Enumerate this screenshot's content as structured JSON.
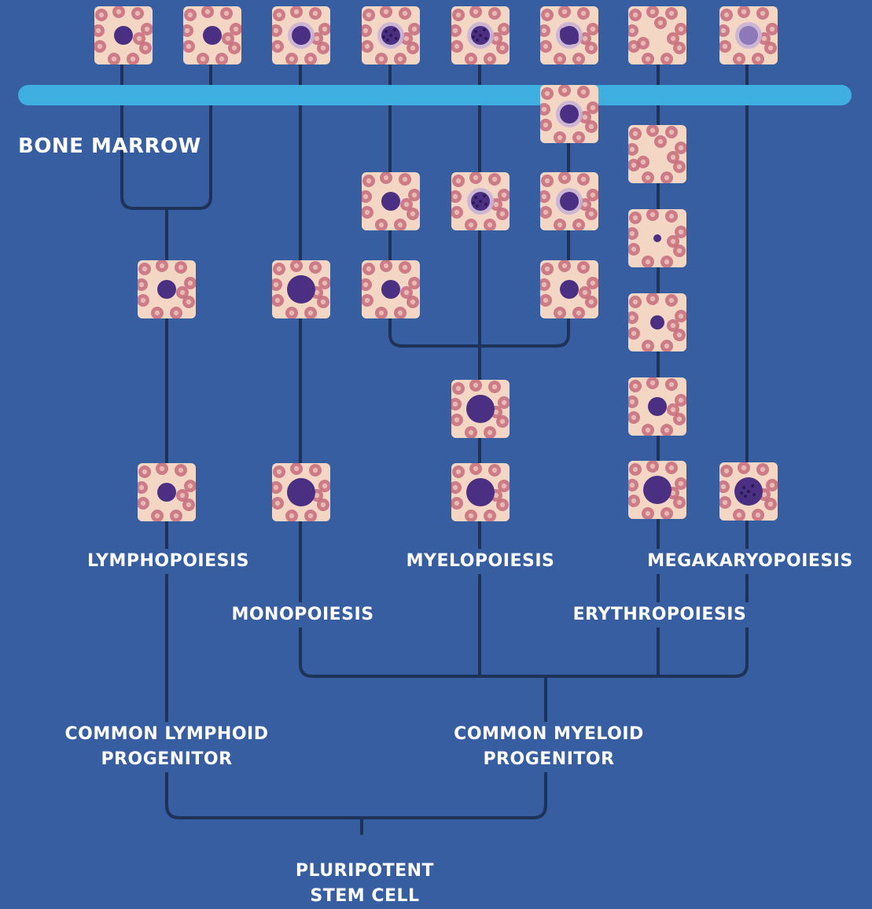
{
  "colors": {
    "background": "#375ea0",
    "bloodstream_bar": "#3fafe2",
    "connector_line": "#1f3358",
    "tile_background": "#f4d6c4",
    "red_cell": "#c46b7c",
    "nucleus": "#4a2f83",
    "text": "#ffffff"
  },
  "region_label": "BONE MARROW",
  "labels": {
    "lymphopoiesis": "LYMPHOPOIESIS",
    "monopoiesis": "MONOPOIESIS",
    "myelopoiesis": "MYELOPOIESIS",
    "erythropoiesis": "ERYTHROPOIESIS",
    "megakaryopoiesis": "MEGAKARYOPOIESIS",
    "common_lymphoid": "COMMON LYMPHOID\nPROGENITOR",
    "common_myeloid": "COMMON MYELOID\nPROGENITOR",
    "stem_cell": "PLURIPOTENT\nSTEM CELL"
  },
  "cell_images": [
    {
      "name": "cell-image-small-lymphocyte",
      "nucleus": "round"
    },
    {
      "name": "cell-image-large-lymphocyte",
      "nucleus": "round"
    },
    {
      "name": "cell-image-monocyte",
      "nucleus": "kidney"
    },
    {
      "name": "cell-image-basophil",
      "nucleus": "granular"
    },
    {
      "name": "cell-image-eosinophil",
      "nucleus": "granular"
    },
    {
      "name": "cell-image-neutrophil",
      "nucleus": "segmented"
    },
    {
      "name": "cell-image-erythrocyte",
      "nucleus": "none"
    },
    {
      "name": "cell-image-platelets",
      "nucleus": "pale"
    },
    {
      "name": "cell-image-band-neutrophil",
      "nucleus": "band"
    },
    {
      "name": "cell-image-reticulocyte",
      "nucleus": "none"
    },
    {
      "name": "cell-image-basophilic-metamyelocyte",
      "nucleus": "round"
    },
    {
      "name": "cell-image-eosinophilic-metamyelocyte",
      "nucleus": "granular"
    },
    {
      "name": "cell-image-neutrophilic-metamyelocyte",
      "nucleus": "kidney"
    },
    {
      "name": "cell-image-orthochromatic-normoblast",
      "nucleus": "tiny"
    },
    {
      "name": "cell-image-prolymphocyte",
      "nucleus": "round"
    },
    {
      "name": "cell-image-promonocyte",
      "nucleus": "large-round"
    },
    {
      "name": "cell-image-basophilic-myelocyte",
      "nucleus": "round"
    },
    {
      "name": "cell-image-neutrophilic-myelocyte",
      "nucleus": "round"
    },
    {
      "name": "cell-image-polychromatic-normoblast",
      "nucleus": "small"
    },
    {
      "name": "cell-image-basophilic-normoblast",
      "nucleus": "round"
    },
    {
      "name": "cell-image-promyelocyte",
      "nucleus": "large"
    },
    {
      "name": "cell-image-lymphoblast",
      "nucleus": "round"
    },
    {
      "name": "cell-image-monoblast",
      "nucleus": "large"
    },
    {
      "name": "cell-image-myeloblast",
      "nucleus": "large"
    },
    {
      "name": "cell-image-pronormoblast",
      "nucleus": "large"
    },
    {
      "name": "cell-image-megakaryoblast",
      "nucleus": "large-granular"
    }
  ]
}
